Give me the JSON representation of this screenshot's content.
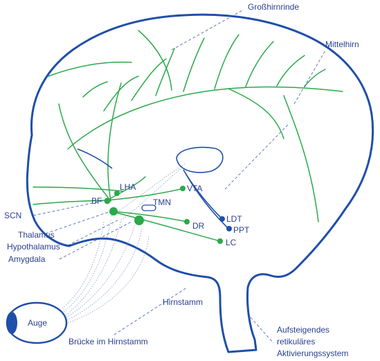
{
  "labels": {
    "cortex": "Großhirnrinde",
    "midbrain": "Mittelhirn",
    "scn": "SCN",
    "thalamus": "Thalamus",
    "hypothalamus": "Hypothalamus",
    "amygdala": "Amygdala",
    "eye": "Auge",
    "pons": "Brücke im Hirnstamm",
    "brainstem": "Hirnstamm",
    "aras_line1": "Aufsteigendes",
    "aras_line2": "retikuläres",
    "aras_line3": "Aktivierungssystem",
    "lha": "LHA",
    "vta": "VTA",
    "bf": "BF",
    "tmn": "TMN",
    "dr": "DR",
    "ldt": "LDT",
    "ppt": "PPT",
    "lc": "LC"
  },
  "colors": {
    "outline": "#1f4fa8",
    "green": "#2ca84a",
    "text": "#2a3f8f"
  }
}
